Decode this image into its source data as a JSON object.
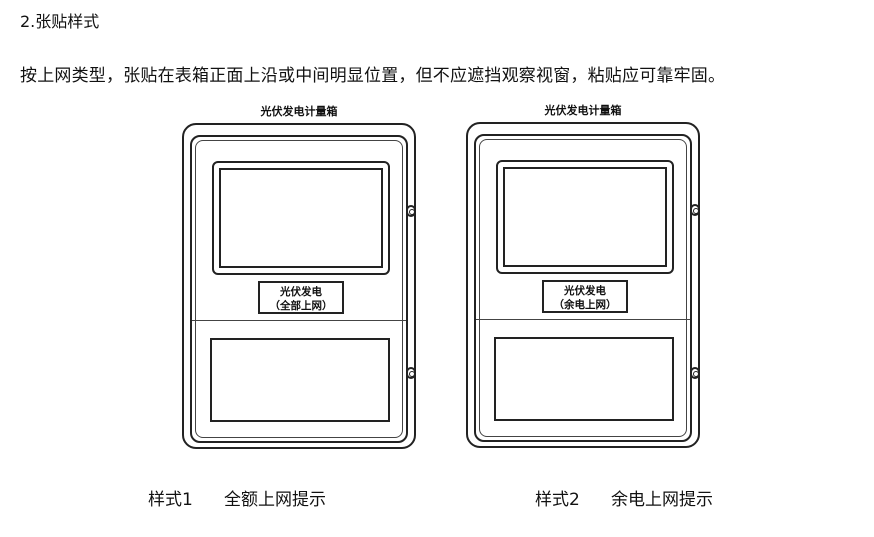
{
  "heading": "2.张贴样式",
  "paragraph": "按上网类型，张贴在表箱正面上沿或中间明显位置，但不应遮挡观察视窗，粘贴应可靠牢固。",
  "figures": [
    {
      "box_title": "光伏发电计量箱",
      "label_line1": "光伏发电",
      "label_line2": "（全部上网）",
      "caption_num": "样式1",
      "caption_text": "全额上网提示"
    },
    {
      "box_title": "光伏发电计量箱",
      "label_line1": "光伏发电",
      "label_line2": "（余电上网）",
      "caption_num": "样式2",
      "caption_text": "余电上网提示"
    }
  ]
}
